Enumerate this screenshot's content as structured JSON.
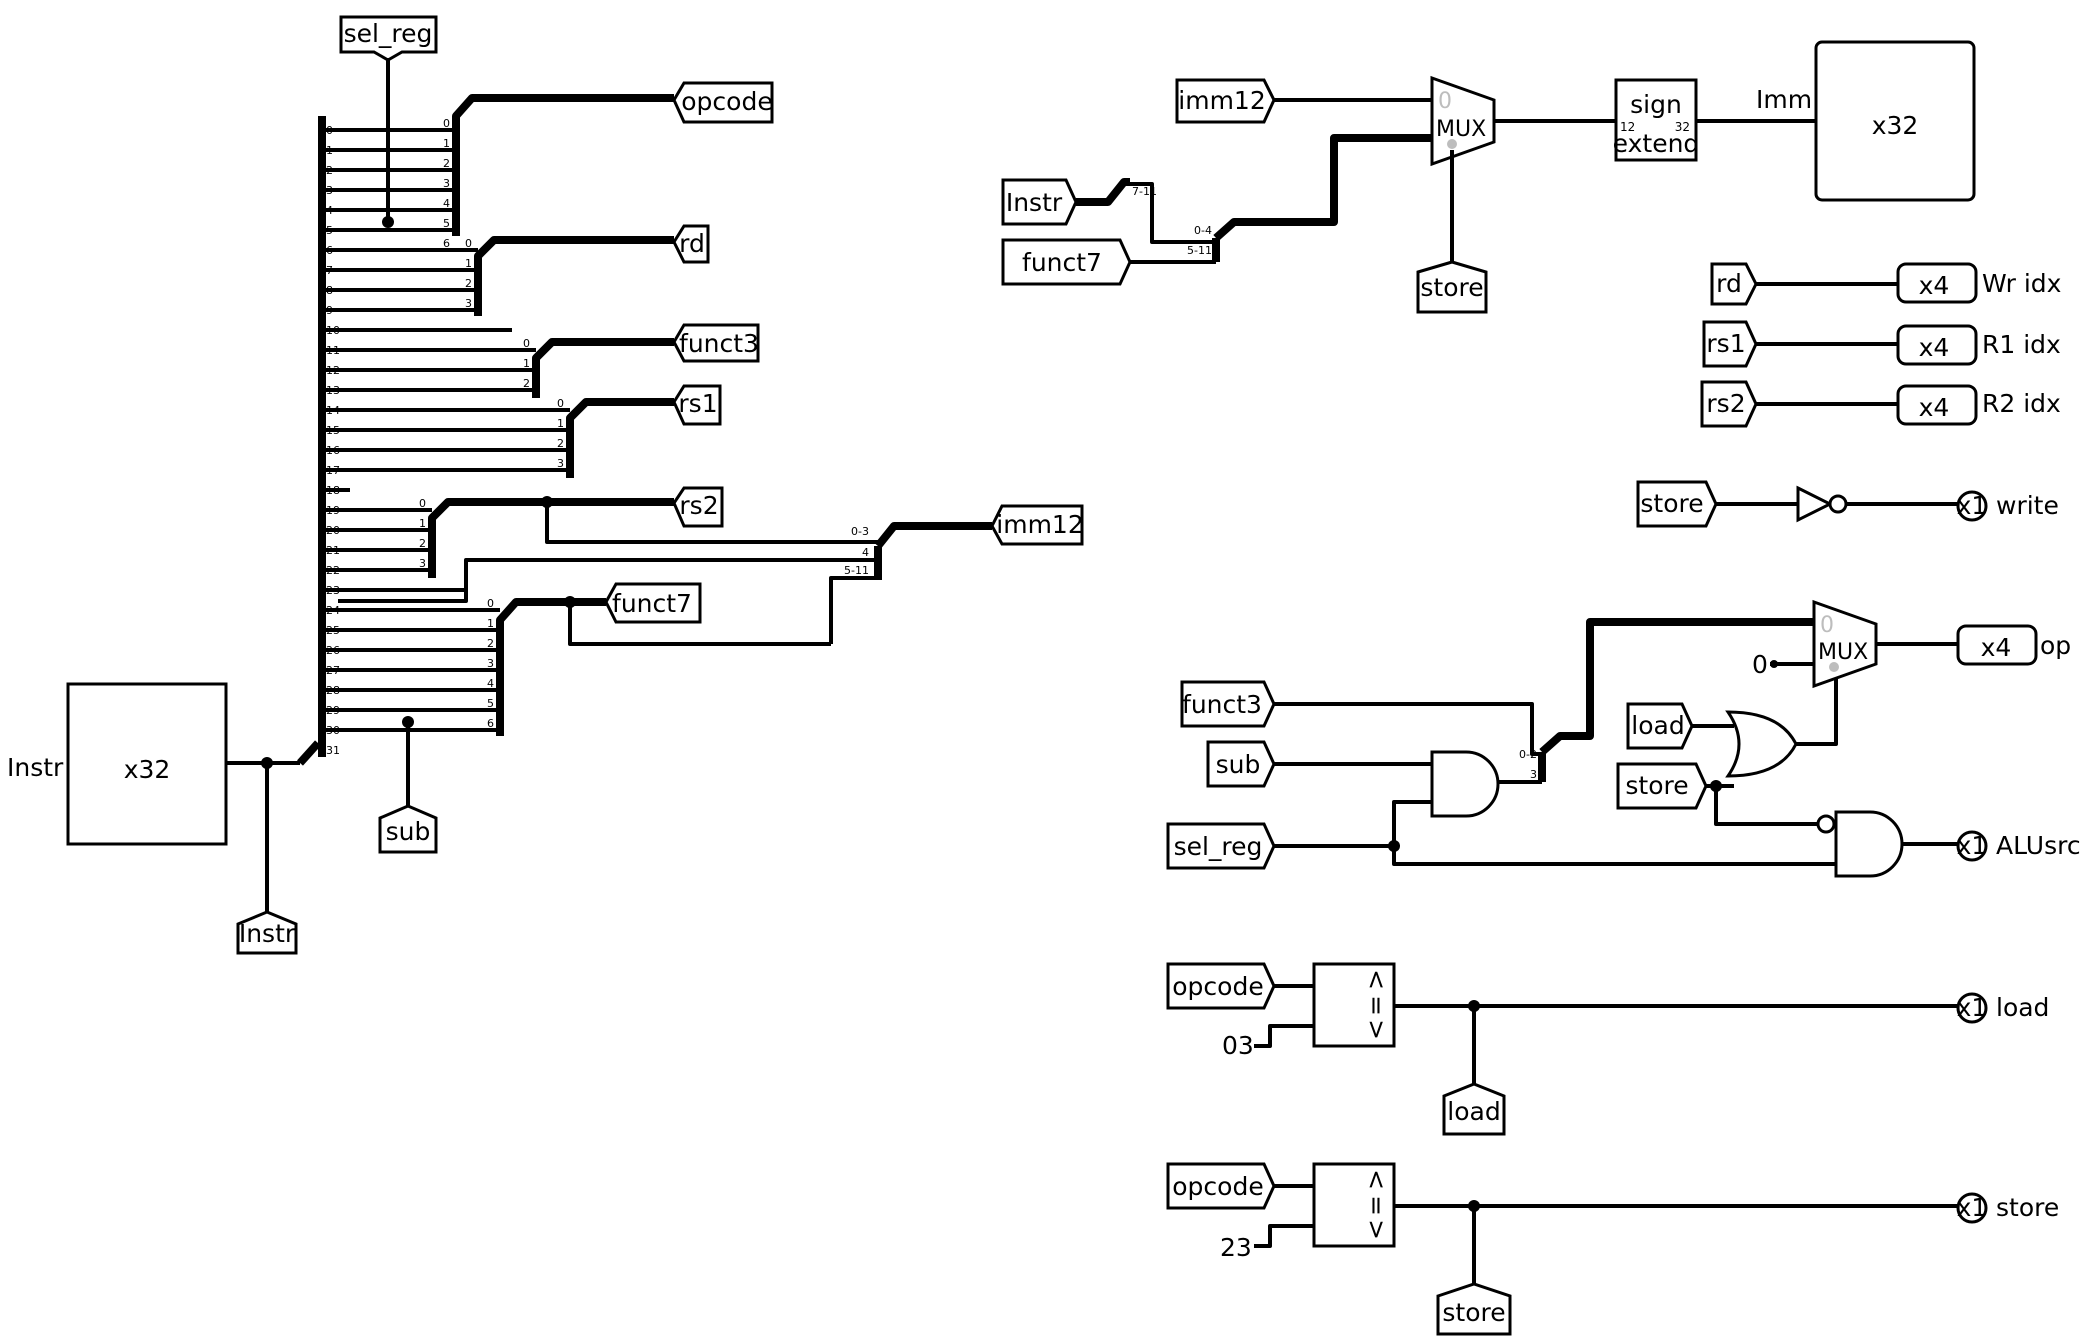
{
  "splitter": {
    "left_bits": [
      "0",
      "1",
      "2",
      "3",
      "4",
      "5",
      "6",
      "7",
      "8",
      "9",
      "10",
      "11",
      "12",
      "13",
      "14",
      "15",
      "16",
      "17",
      "18",
      "19",
      "20",
      "21",
      "22",
      "23",
      "24",
      "25",
      "26",
      "27",
      "28",
      "29",
      "30",
      "31"
    ],
    "opcode_bits": [
      "0",
      "1",
      "2",
      "3",
      "4",
      "5",
      "6"
    ],
    "rd_bits": [
      "0",
      "1",
      "2",
      "3"
    ],
    "funct3_bits": [
      "0",
      "1",
      "2"
    ],
    "rs1_bits": [
      "0",
      "1",
      "2",
      "3"
    ],
    "rs2_bits": [
      "0",
      "1",
      "2",
      "3"
    ],
    "funct7_bits": [
      "0",
      "1",
      "2",
      "3",
      "4",
      "5",
      "6"
    ],
    "imm12_bits": [
      "0-3",
      "4",
      "5-11"
    ],
    "imm_mux_in_bits": [
      "0-4",
      "5-11"
    ],
    "instr_slice_bit": "7-11",
    "op_bits": [
      "0-2",
      "3"
    ]
  },
  "tunnels": {
    "sel_reg_top": "sel_reg",
    "opcode_out": "opcode",
    "rd_out": "rd",
    "funct3_out": "funct3",
    "rs1_out": "rs1",
    "rs2_out": "rs2",
    "imm12_out": "imm12",
    "funct7_out": "funct7",
    "sub_out": "sub",
    "instr_bottom": "Instr",
    "imm12_in": "imm12",
    "instr_in": "Instr",
    "funct7_in": "funct7",
    "store_mux": "store",
    "rd_in": "rd",
    "rs1_in": "rs1",
    "rs2_in": "rs2",
    "store_not": "store",
    "funct3_in": "funct3",
    "sub_in": "sub",
    "sel_reg_in": "sel_reg",
    "load_in": "load",
    "store_or": "store",
    "opcode_cmp1": "opcode",
    "load_out": "load",
    "opcode_cmp2": "opcode",
    "store_out": "store"
  },
  "pins": {
    "instr_input": {
      "label": "Instr",
      "width": "x32"
    },
    "imm_output": {
      "label": "Imm",
      "width": "x32"
    },
    "wr_idx": {
      "label": "Wr idx",
      "width": "x4"
    },
    "r1_idx": {
      "label": "R1 idx",
      "width": "x4"
    },
    "r2_idx": {
      "label": "R2 idx",
      "width": "x4"
    },
    "write": {
      "label": "write",
      "width": "x1"
    },
    "op": {
      "label": "op",
      "width": "x4"
    },
    "alusrc": {
      "label": "ALUsrc",
      "width": "x1"
    },
    "load": {
      "label": "load",
      "width": "x1"
    },
    "store": {
      "label": "store",
      "width": "x1"
    }
  },
  "components": {
    "mux_label": "MUX",
    "mux_select0": "0",
    "sign_extend": {
      "line1": "sign",
      "in_bits": "12",
      "out_bits": "32",
      "line2": "extend"
    },
    "constant_zero": "0",
    "constant_03": "03",
    "constant_23": "23",
    "comparator_symbols": [
      "<",
      "=",
      ">"
    ]
  }
}
